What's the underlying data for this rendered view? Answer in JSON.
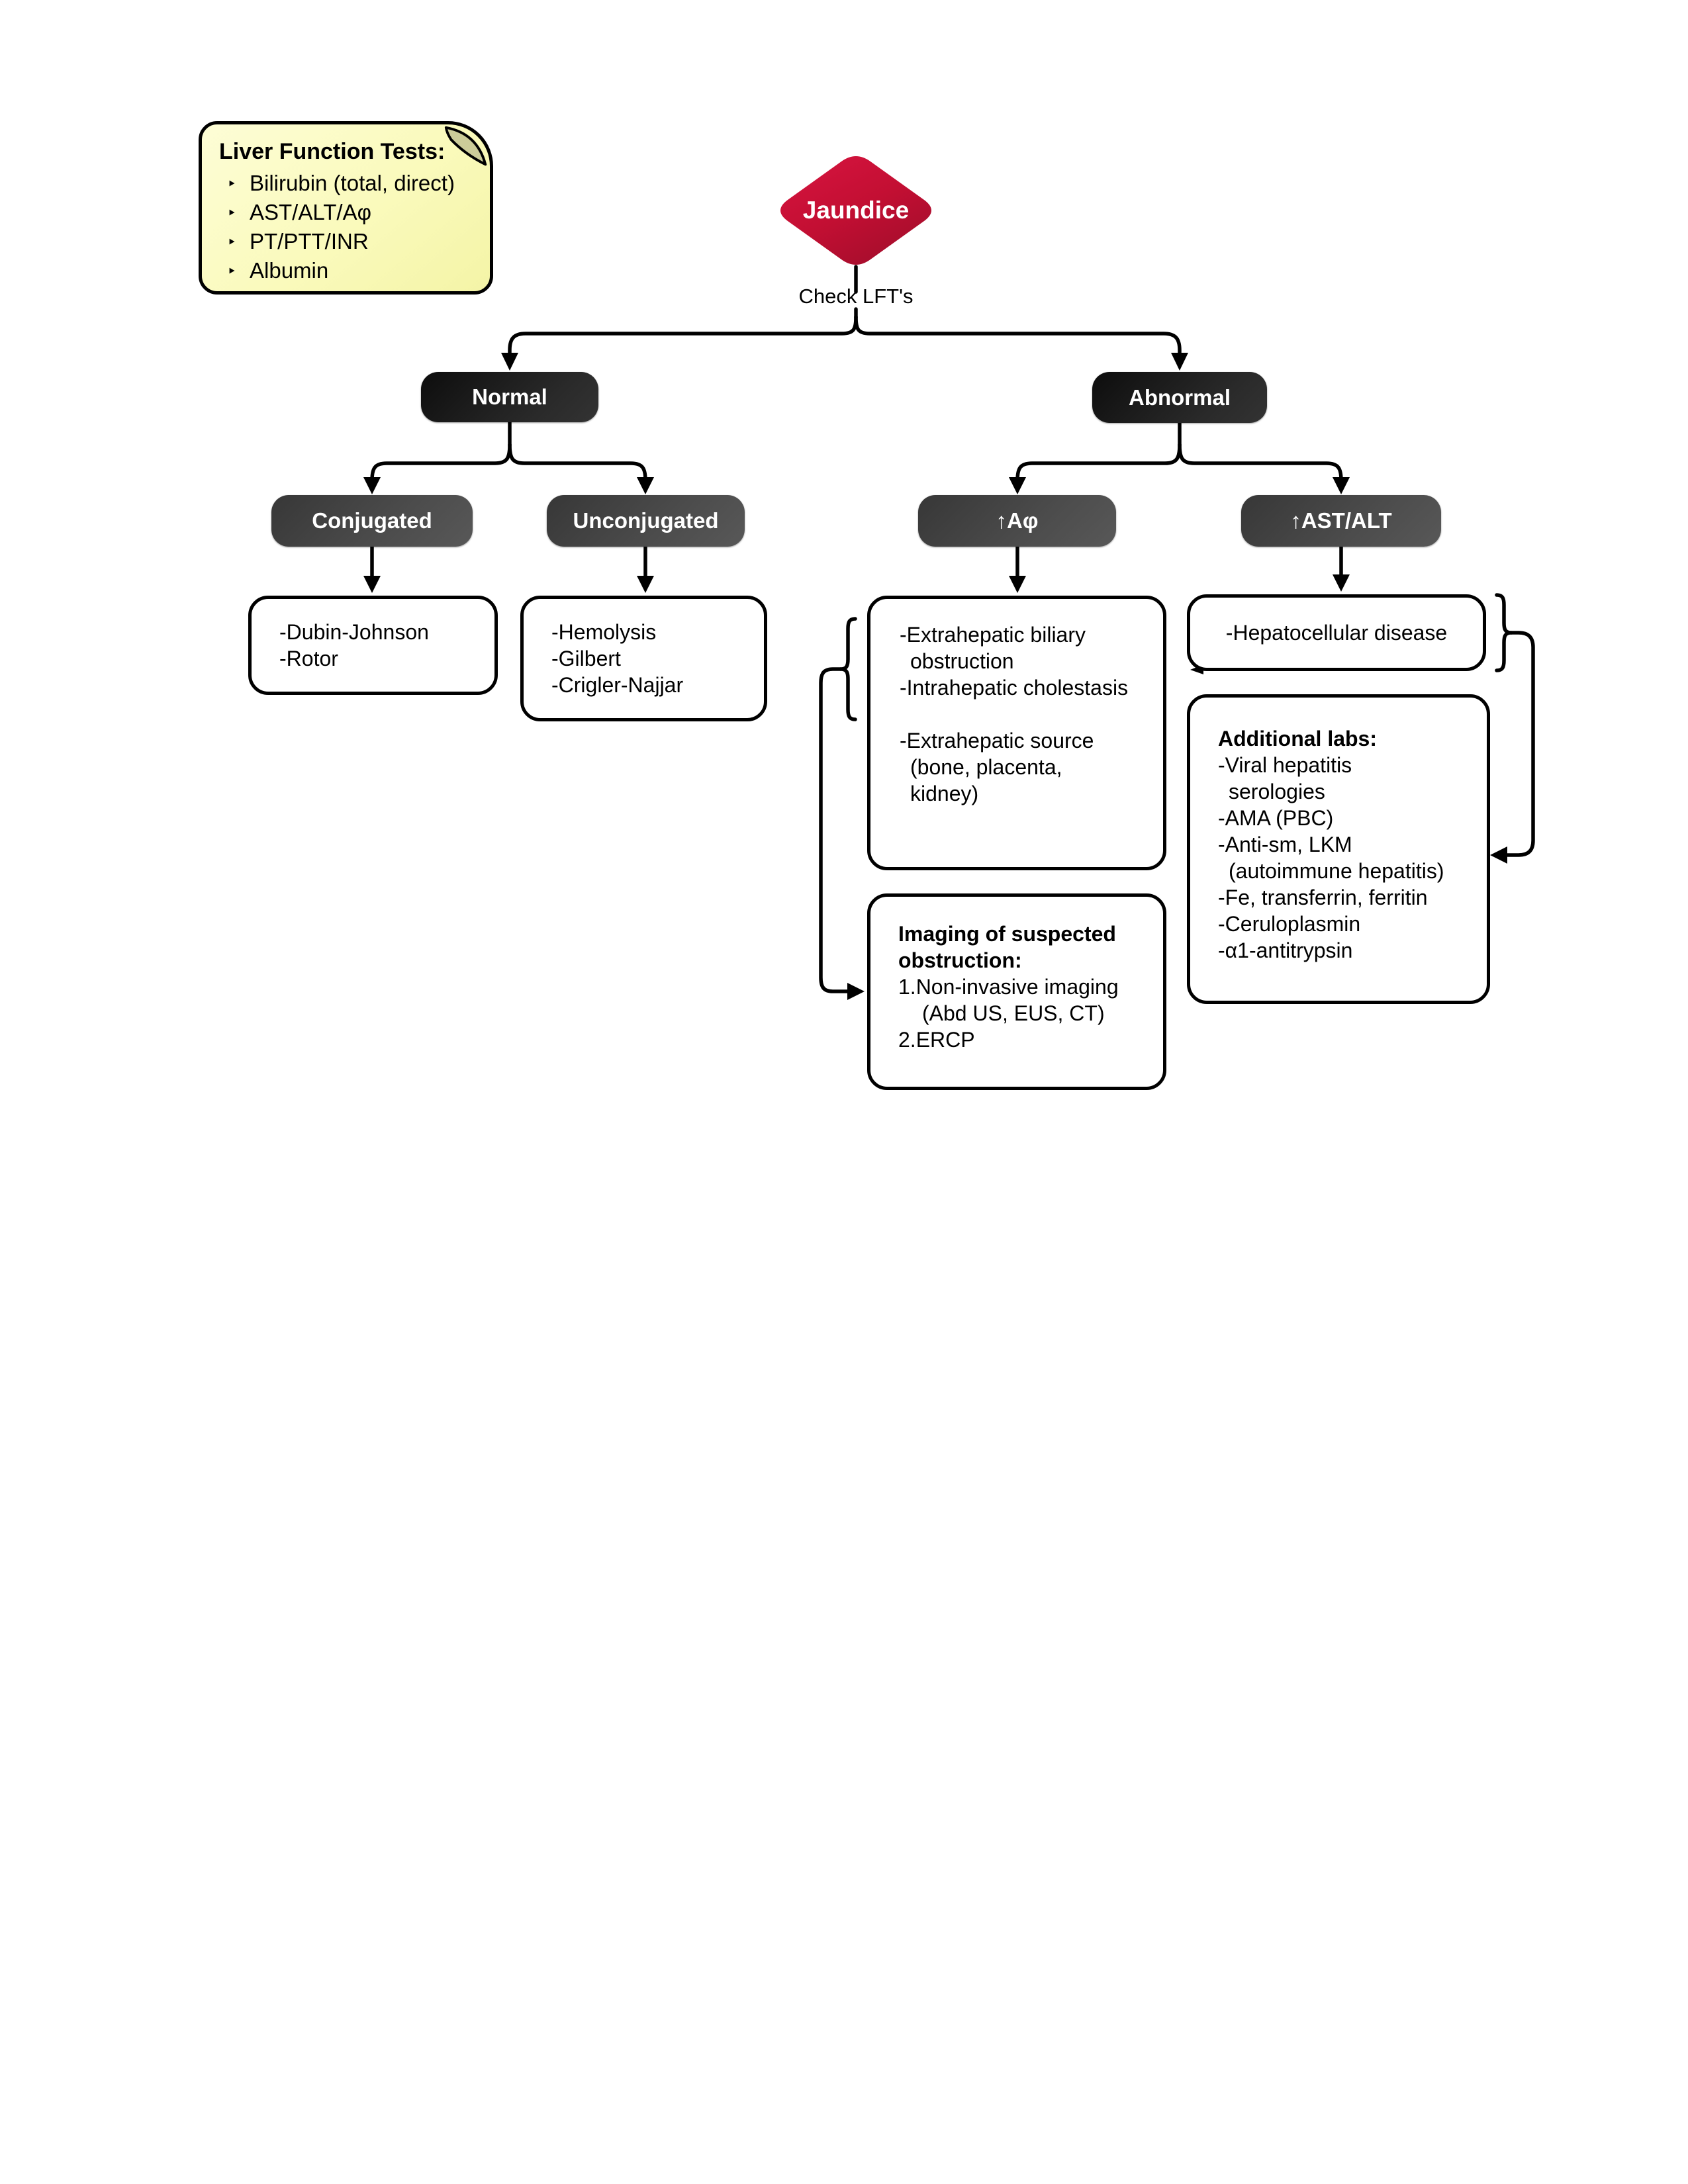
{
  "colors": {
    "page_bg": "#ffffff",
    "note_bg": "#fafabc",
    "note_fold": "#cccc99",
    "root_red": "#c8102e",
    "level1_pill": "#1c1c1c",
    "level2_pill": "#474747",
    "line": "#000000"
  },
  "note": {
    "title": "Liver Function Tests:",
    "bullet": "‣",
    "items": [
      "Bilirubin (total, direct)",
      "AST/ALT/Aφ",
      "PT/PTT/INR",
      "Albumin"
    ]
  },
  "root": {
    "label": "Jaundice"
  },
  "edge_label": "Check LFT's",
  "branches": {
    "normal": {
      "label": "Normal"
    },
    "abnormal": {
      "label": "Abnormal"
    },
    "conjugated": {
      "label": "Conjugated"
    },
    "unconjugated": {
      "label": "Unconjugated"
    },
    "alk_phos": {
      "label": "↑Aφ"
    },
    "ast_alt": {
      "label": "↑AST/ALT"
    }
  },
  "leaves": {
    "conjugated_causes": {
      "items": [
        "-Dubin-Johnson",
        "-Rotor"
      ]
    },
    "unconjugated_causes": {
      "items": [
        "-Hemolysis",
        "-Gilbert",
        "-Crigler-Najjar"
      ]
    },
    "alk_phos_causes": {
      "group1": [
        "-Extrahepatic biliary obstruction",
        "-Intrahepatic cholestasis"
      ],
      "group2": [
        "-Extrahepatic source (bone, placenta, kidney)"
      ]
    },
    "ast_alt_causes": {
      "items": [
        "-Hepatocellular disease"
      ]
    },
    "additional_labs": {
      "title": "Additional labs:",
      "items": [
        "-Viral hepatitis serologies",
        "-AMA (PBC)",
        "-Anti-sm, LKM (autoimmune hepatitis)",
        "-Fe, transferrin, ferritin",
        "-Ceruloplasmin",
        "-α1-antitrypsin"
      ]
    },
    "imaging": {
      "title": "Imaging of suspected obstruction:",
      "items": [
        "1.Non-invasive imaging (Abd US, EUS, CT)",
        "2.ERCP"
      ]
    }
  }
}
